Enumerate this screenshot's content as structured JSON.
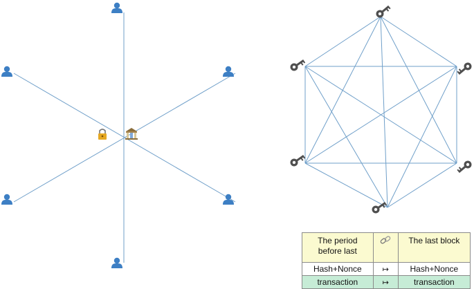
{
  "table": {
    "header": {
      "left": "The period before last",
      "right": "The last block"
    },
    "rows": [
      {
        "left": "Hash+Nonce",
        "arrow": "↦",
        "right": "Hash+Nonce"
      },
      {
        "left": "transaction",
        "arrow": "↦",
        "right": "transaction"
      }
    ]
  },
  "colors": {
    "line": "#6f9fc9",
    "user": "#3d7fc4",
    "key": "#4f4f4f",
    "header_bg": "#fbfad0",
    "transaction_bg": "#c6ecd6"
  },
  "icons": {
    "centralized_nodes": "user-icon",
    "center": "bank-icon",
    "center_left": "lock-icon",
    "decentralized_nodes": "key-icon",
    "table_header": "chain-link-icon"
  }
}
